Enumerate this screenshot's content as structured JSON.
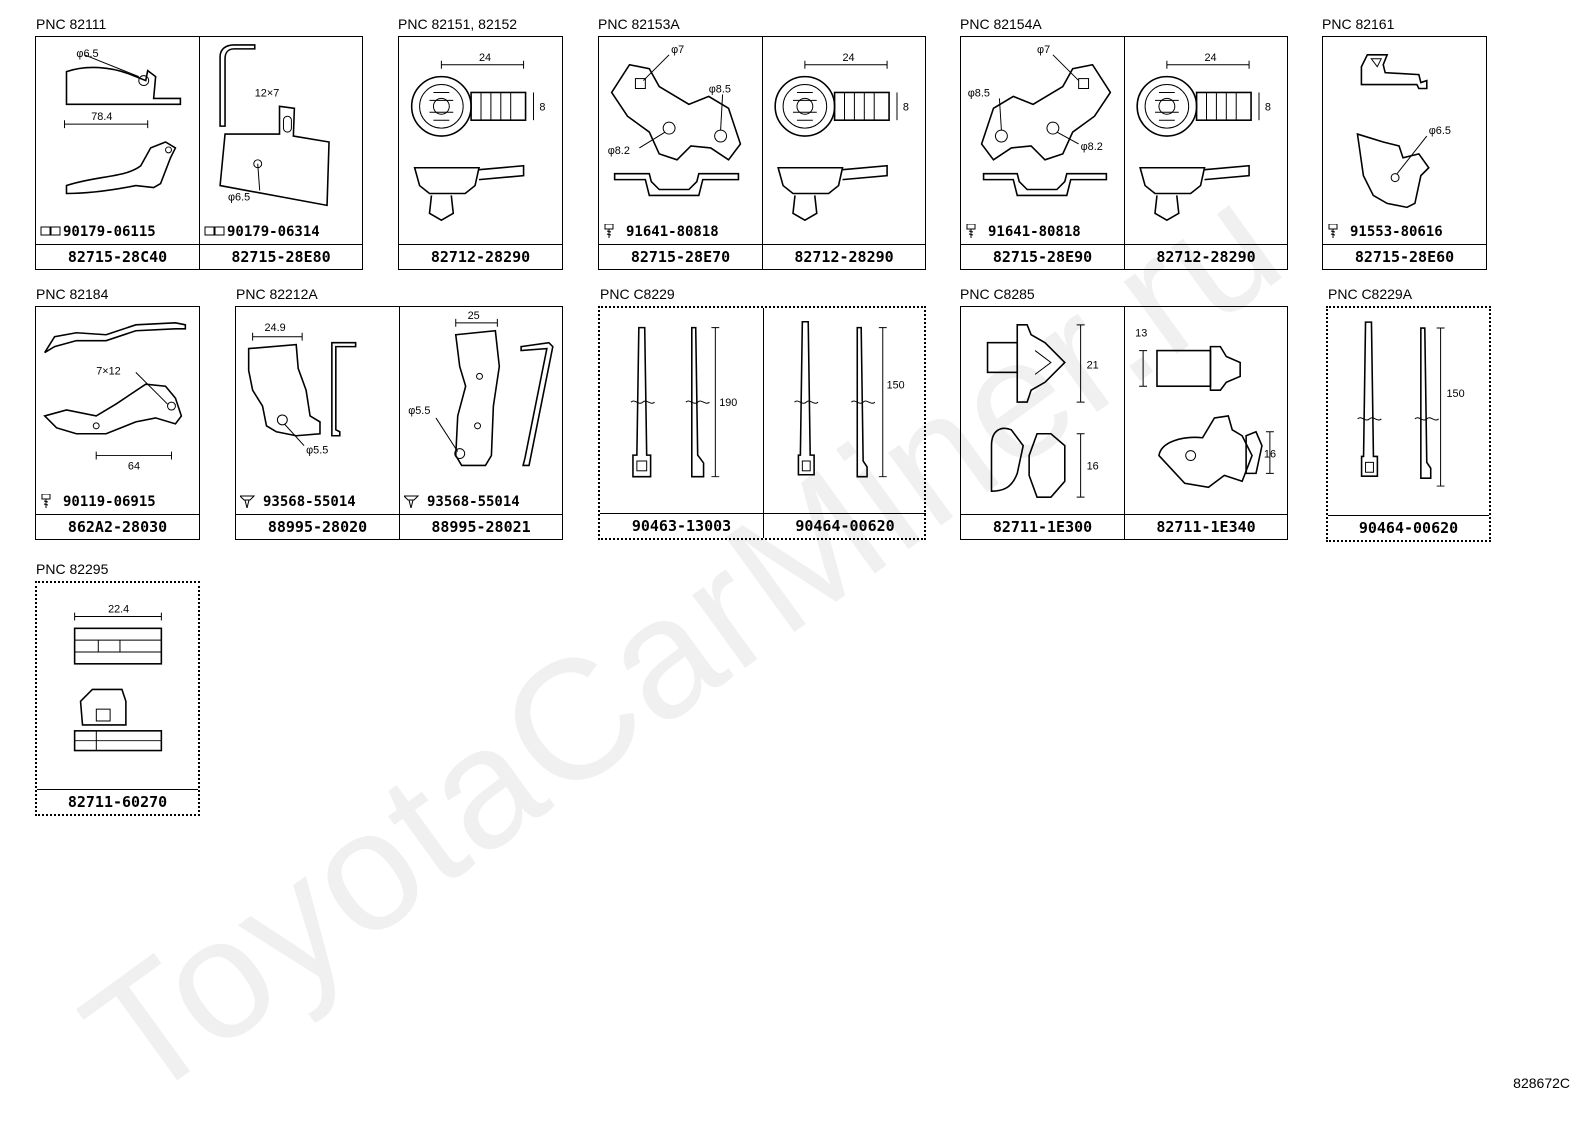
{
  "watermark": "ToyotaCarMiner.ru",
  "diagram_code": "828672C",
  "groups": [
    {
      "pnc": "PNC 82111",
      "parts": [
        {
          "pn": "82715-28C40",
          "bolt": "90179-06115",
          "dims": [
            "φ6.5",
            "78.4"
          ]
        },
        {
          "pn": "82715-28E80",
          "bolt": "90179-06314",
          "dims": [
            "12×7",
            "φ6.5"
          ]
        }
      ]
    },
    {
      "pnc": "PNC 82151, 82152",
      "parts": [
        {
          "pn": "82712-28290",
          "dims": [
            "24",
            "8"
          ]
        }
      ]
    },
    {
      "pnc": "PNC 82153A",
      "parts": [
        {
          "pn": "82715-28E70",
          "bolt": "91641-80818",
          "dims": [
            "φ7",
            "φ8.5",
            "φ8.2"
          ]
        },
        {
          "pn": "82712-28290",
          "dims": [
            "24",
            "8"
          ]
        }
      ]
    },
    {
      "pnc": "PNC 82154A",
      "parts": [
        {
          "pn": "82715-28E90",
          "bolt": "91641-80818",
          "dims": [
            "φ7",
            "φ8.5",
            "φ8.2"
          ]
        },
        {
          "pn": "82712-28290",
          "dims": [
            "24",
            "8"
          ]
        }
      ]
    },
    {
      "pnc": "PNC 82161",
      "parts": [
        {
          "pn": "82715-28E60",
          "bolt": "91553-80616",
          "dims": [
            "φ6.5"
          ]
        }
      ]
    },
    {
      "pnc": "PNC 82184",
      "parts": [
        {
          "pn": "862A2-28030",
          "bolt": "90119-06915",
          "dims": [
            "7×12",
            "64"
          ]
        }
      ]
    },
    {
      "pnc": "PNC 82212A",
      "parts": [
        {
          "pn": "88995-28020",
          "bolt": "93568-55014",
          "dims": [
            "24.9",
            "φ5.5"
          ]
        },
        {
          "pn": "88995-28021",
          "bolt": "93568-55014",
          "dims": [
            "25",
            "φ5.5"
          ]
        }
      ]
    },
    {
      "pnc": "PNC C8229",
      "parts": [
        {
          "pn": "90463-13003",
          "dims": [
            "190"
          ]
        },
        {
          "pn": "90464-00620",
          "dims": [
            "150"
          ]
        }
      ]
    },
    {
      "pnc": "PNC C8285",
      "parts": [
        {
          "pn": "82711-1E300",
          "dims": [
            "21",
            "16"
          ]
        },
        {
          "pn": "82711-1E340",
          "dims": [
            "13",
            "16"
          ]
        }
      ]
    },
    {
      "pnc": "PNC C8229A",
      "parts": [
        {
          "pn": "90464-00620",
          "dims": [
            "150"
          ]
        }
      ]
    },
    {
      "pnc": "PNC 82295",
      "parts": [
        {
          "pn": "82711-60270",
          "dims": [
            "22.4"
          ]
        }
      ]
    }
  ]
}
